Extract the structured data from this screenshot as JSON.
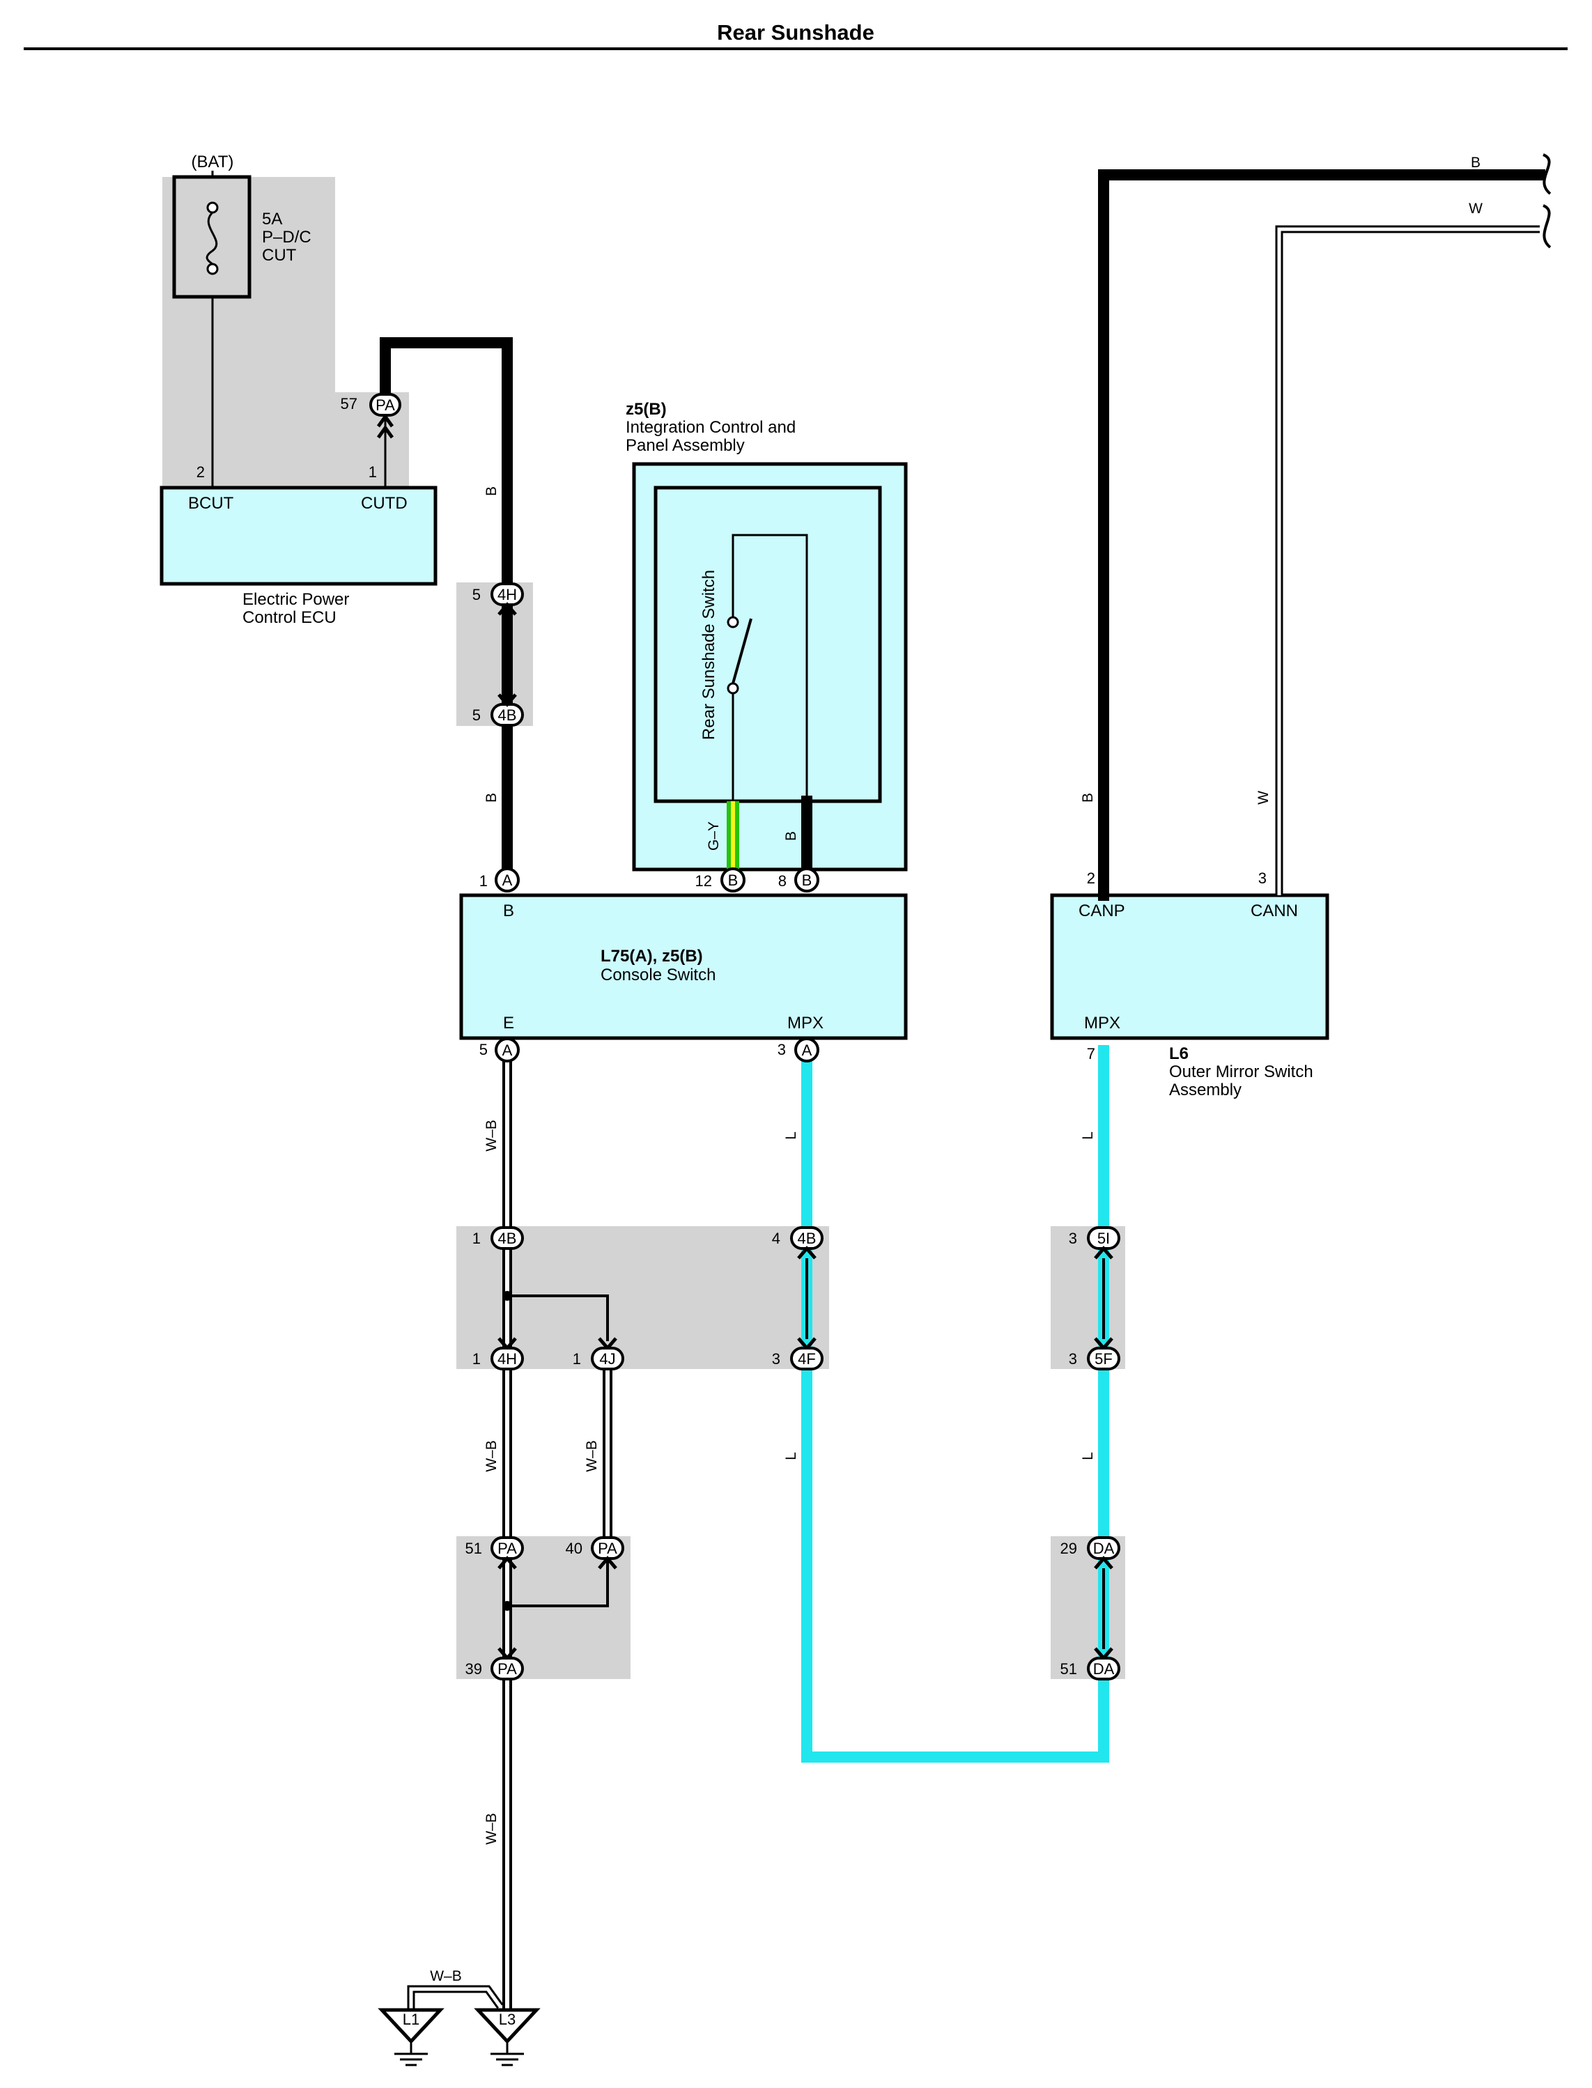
{
  "title": "Rear Sunshade",
  "fuse": {
    "source": "(BAT)",
    "rating": "5A",
    "name_line1": "P–D/C",
    "name_line2": "CUT"
  },
  "ecu": {
    "name_line1": "Electric Power",
    "name_line2": "Control ECU",
    "term_bcut": "BCUT",
    "term_cutd": "CUTD",
    "pin_bcut": "2",
    "pin_cutd": "1"
  },
  "panel": {
    "code": "z5(B)",
    "name_line1": "Integration Control and",
    "name_line2": "Panel Assembly",
    "switch_label": "Rear Sunshade Switch"
  },
  "console": {
    "code": "L75(A), z5(B)",
    "name": "Console Switch",
    "term_b": "B",
    "term_e": "E",
    "term_mpx": "MPX"
  },
  "mirror": {
    "code": "L6",
    "name_line1": "Outer Mirror Switch",
    "name_line2": "Assembly",
    "term_canp": "CANP",
    "term_cann": "CANN",
    "term_mpx": "MPX",
    "pin_canp": "2",
    "pin_cann": "3",
    "pin_mpx": "7"
  },
  "wire_colors": {
    "b": "B",
    "w": "W",
    "l": "L",
    "wb": "W–B",
    "gy": "G–Y"
  },
  "connectors": {
    "pa": "PA",
    "h4": "4H",
    "b4": "4B",
    "a": "A",
    "b": "B",
    "f4": "4F",
    "j4": "4J",
    "i5": "5I",
    "f5": "5F",
    "da": "DA"
  },
  "pins": {
    "p57": "57",
    "p5a": "5",
    "p5b": "5",
    "p1": "1",
    "p12": "12",
    "p8": "8",
    "p5e": "5",
    "p3": "3",
    "p1_4b": "1",
    "p4_4b": "4",
    "p1_4h": "1",
    "p1_4j": "1",
    "p3_4f": "3",
    "p3_5i": "3",
    "p3_5f": "3",
    "p51": "51",
    "p40": "40",
    "p39": "39",
    "p29": "29",
    "p51da": "51"
  },
  "grounds": {
    "l1": "L1",
    "l3": "L3"
  },
  "colors": {
    "cyan_wire": "#22e6ee",
    "box_fill": "#ccfbfd",
    "splice_gray": "#d3d3d3",
    "green_yellow": "#d8e22a"
  }
}
